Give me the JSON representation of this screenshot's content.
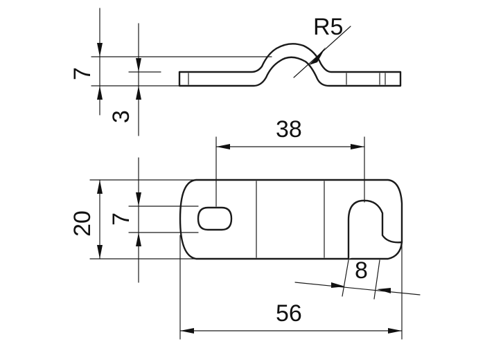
{
  "drawing": {
    "labels": {
      "radius": "R5",
      "height_total": "7",
      "thickness": "3",
      "hole_spacing": "38",
      "plate_width": "20",
      "hole_width": "7",
      "slot_width": "8",
      "plate_length": "56"
    }
  }
}
